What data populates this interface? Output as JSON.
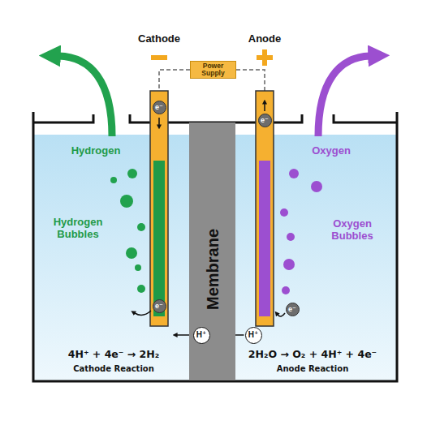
{
  "diagram": {
    "nodes": [
      {
        "text": [
          "Power Supply"
        ]
      },
      {
        "text": [
          "Membrane"
        ]
      },
      {
        "text": [
          "e⁻"
        ]
      },
      {
        "text": [
          "e⁻"
        ]
      },
      {
        "text": [
          "e⁻"
        ]
      },
      {
        "text": [
          "e⁻"
        ]
      },
      {
        "text": [
          "H⁺"
        ]
      },
      {
        "text": [
          "H⁺"
        ]
      }
    ],
    "edges": [
      {
        "from": 7,
        "to": 6,
        "arrow": "to"
      }
    ],
    "labels": [
      "Cathode",
      "Anode",
      "Hydrogen",
      "Oxygen",
      "Hydrogen Bubbles",
      "Oxygen Bubbles",
      "4H⁺ + 4e⁻ → 2H₂",
      "Cathode Reaction",
      "2H₂O → O₂ + 4H⁺ + 4e⁻",
      "Anode Reaction"
    ]
  }
}
